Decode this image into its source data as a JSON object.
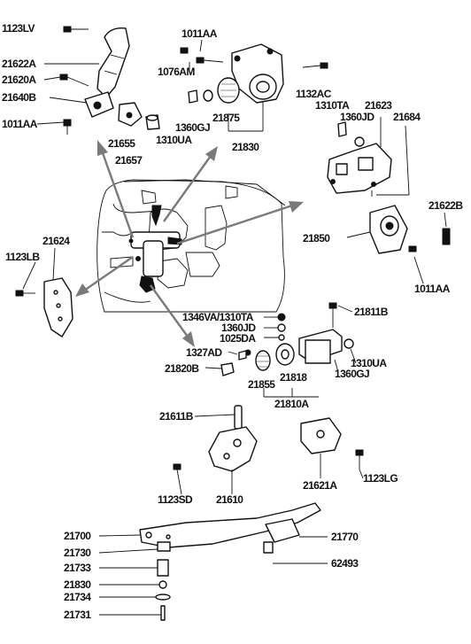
{
  "labels": {
    "p1123LV": "1123LV",
    "p21622A": "21622A",
    "p21620A": "21620A",
    "p21640B": "21640B",
    "p1011AA_left": "1011AA",
    "p21655": "21655",
    "p21657": "21657",
    "p1310UA_top": "1310UA",
    "p1360GJ_top": "1360GJ",
    "p21875": "21875",
    "p21830_top": "21830",
    "p1011AA_top": "1011AA",
    "p1076AM": "1076AM",
    "p1132AC": "1132AC",
    "p1310TA": "1310TA",
    "p1360JD_right": "1360JD",
    "p21623": "21623",
    "p21684": "21684",
    "p21622B": "21622B",
    "p21850": "21850",
    "p1011AA_right": "1011AA",
    "p21624": "21624",
    "p1123LB": "1123LB",
    "p1346VA_1310TA": "1346VA/1310TA",
    "p1360JD_mid": "1360JD",
    "p1025DA": "1025DA",
    "p21811B": "21811B",
    "p1327AD": "1327AD",
    "p21820B": "21820B",
    "p21855": "21855",
    "p21818": "21818",
    "p1310UA_mid": "1310UA",
    "p1360GJ_mid": "1360GJ",
    "p21810A": "21810A",
    "p21611B": "21611B",
    "p1123SD": "1123SD",
    "p21610": "21610",
    "p21621A": "21621A",
    "p1123LG": "1123LG",
    "p21700": "21700",
    "p21730": "21730",
    "p21733": "21733",
    "p21830_bottom": "21830",
    "p21734": "21734",
    "p21731": "21731",
    "p21770": "21770",
    "p62493": "62493"
  },
  "colors": {
    "ink": "#111111",
    "arrow": "#7a7a7a",
    "background": "#ffffff"
  }
}
